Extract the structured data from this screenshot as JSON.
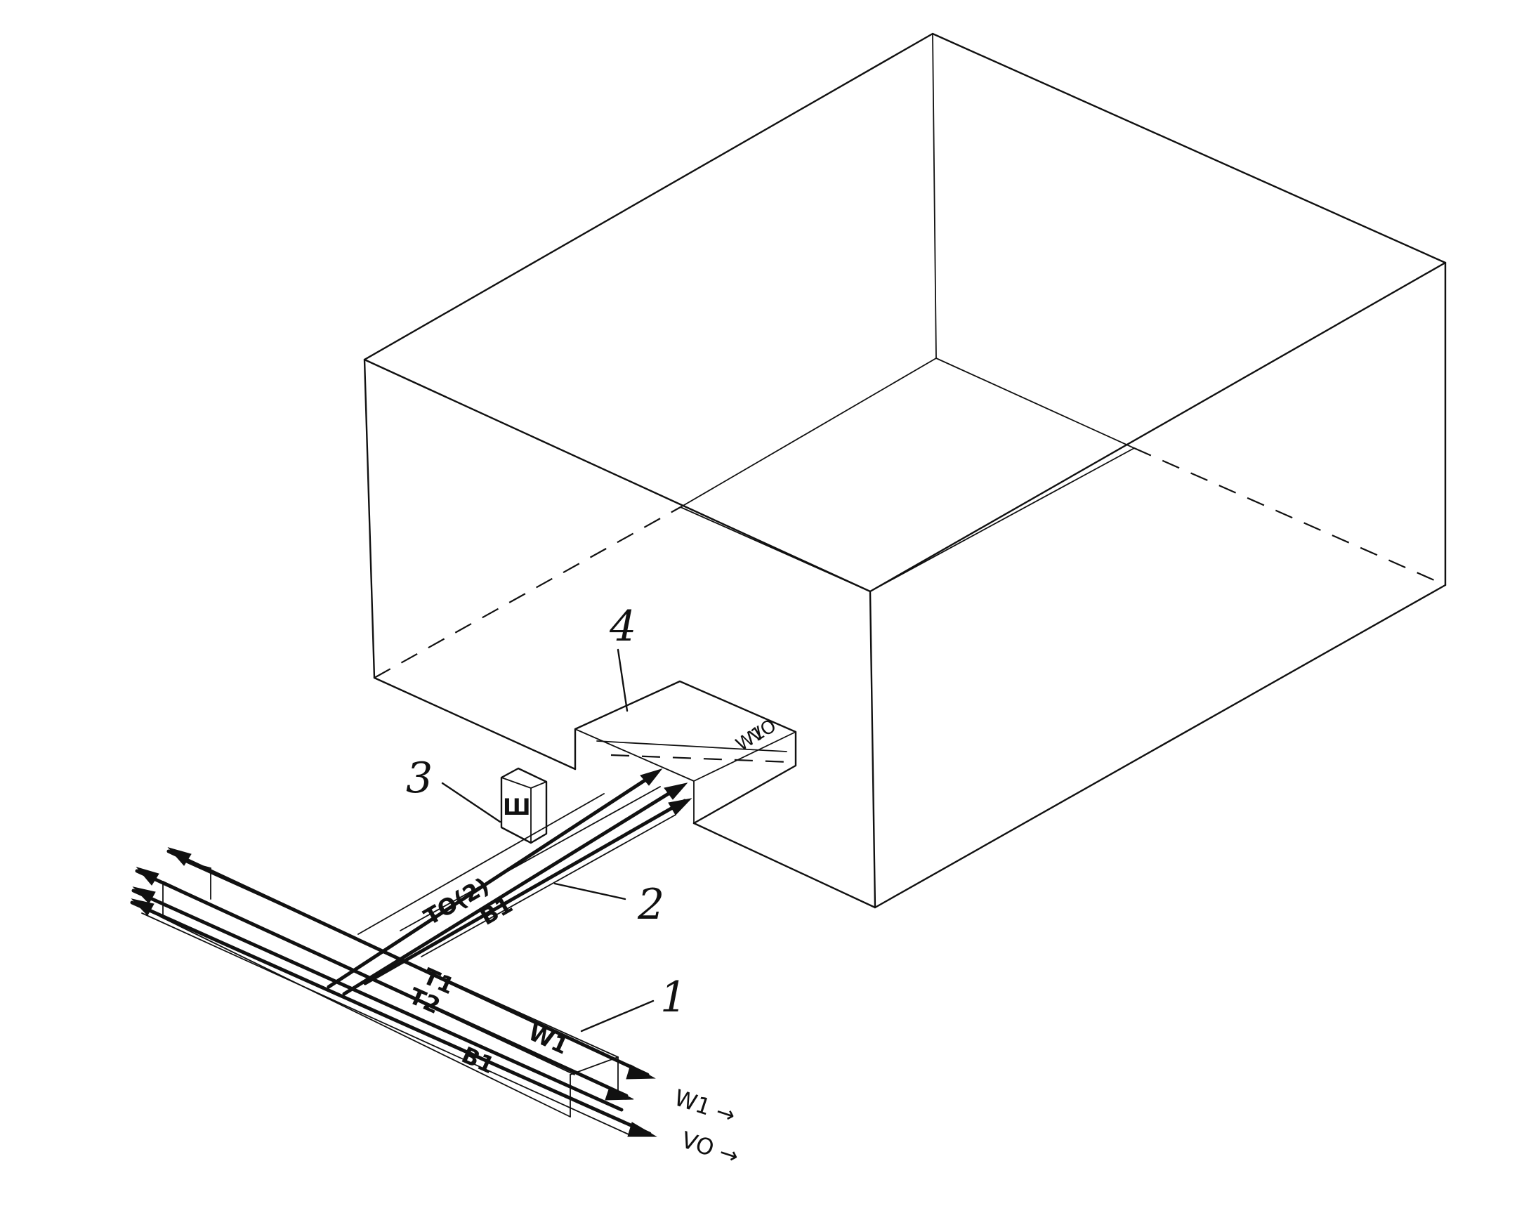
{
  "callouts": {
    "tray_main": "1",
    "tray_branch": "2",
    "socket_box": "3",
    "room_entry": "4"
  },
  "wire_labels": {
    "main_t1": "T1",
    "main_t2": "T2",
    "main_w1": "W1",
    "main_b1": "B1",
    "branch_t0_2": "TO(2)",
    "branch_b1": "B1",
    "entry_w1": "W1",
    "entry_v0": "VO",
    "socket_glyph": "Ш"
  },
  "outputs": {
    "w1": "W1 →",
    "v0": "VO →"
  },
  "colors": {
    "ink": "#111111",
    "paper": "#ffffff"
  }
}
